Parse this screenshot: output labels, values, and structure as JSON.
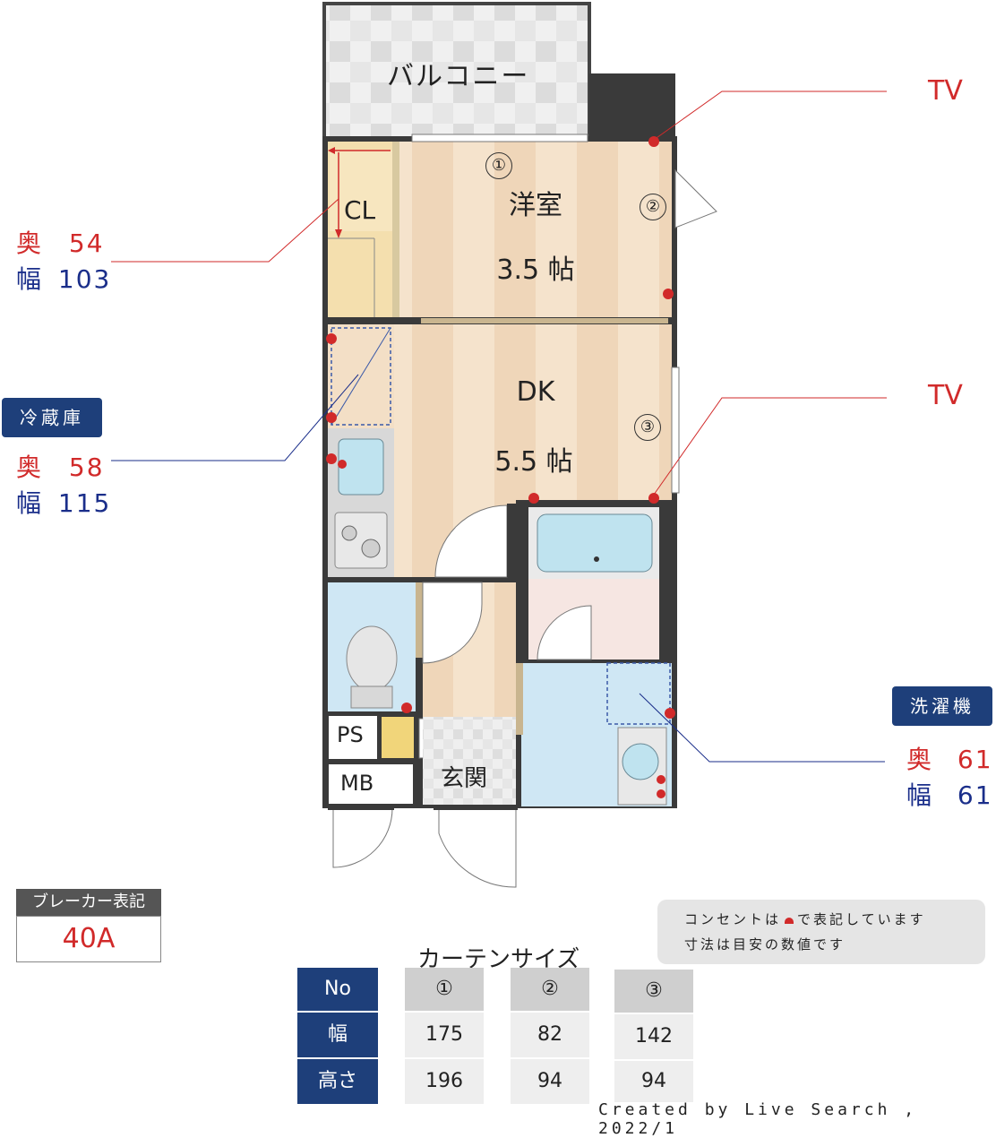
{
  "plan": {
    "balcony": "バルコニー",
    "cl": "CL",
    "western_room": "洋室",
    "western_size": "3.5 帖",
    "dk": "DK",
    "dk_size": "5.5 帖",
    "entrance": "玄関",
    "ps": "PS",
    "mb": "MB",
    "marker1": "①",
    "marker2": "②",
    "marker3": "③"
  },
  "annotations": {
    "tv1": "TV",
    "tv2": "TV",
    "closet_depth_label": "奥",
    "closet_depth": "54",
    "closet_width_label": "幅",
    "closet_width": "103",
    "fridge_tag": "冷蔵庫",
    "fridge_depth_label": "奥",
    "fridge_depth": "58",
    "fridge_width_label": "幅",
    "fridge_width": "115",
    "washer_tag": "洗濯機",
    "washer_depth_label": "奥",
    "washer_depth": "61",
    "washer_width_label": "幅",
    "washer_width": "61"
  },
  "breaker": {
    "label": "ブレーカー表記",
    "value": "40A"
  },
  "notes": {
    "line1_a": "コンセントは",
    "line1_b": "で表記しています",
    "line2": "寸法は目安の数値です"
  },
  "curtain": {
    "title": "カーテンサイズ",
    "header_no": "No",
    "header_width": "幅",
    "header_height": "高さ",
    "columns": [
      {
        "no": "①",
        "width": "175",
        "height": "196"
      },
      {
        "no": "②",
        "width": "82",
        "height": "94"
      },
      {
        "no": "③",
        "width": "142",
        "height": "94"
      }
    ]
  },
  "credit": "Created by Live Search , 2022/1",
  "colors": {
    "accent_red": "#d12a2a",
    "accent_blue": "#1a2e8a",
    "tag_navy": "#1e3f7a"
  }
}
